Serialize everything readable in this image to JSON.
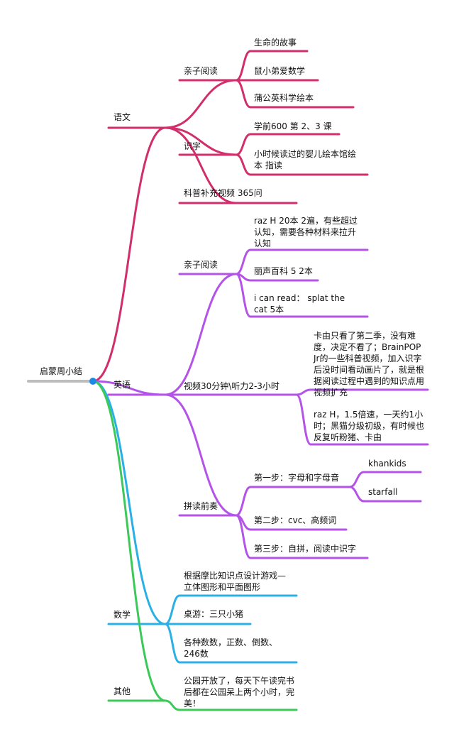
{
  "colors": {
    "root_line": "#bdbdbd",
    "root_dot": "#1e88e5",
    "yuwen": "#d12f6c",
    "yingyu": "#b453e8",
    "shuxue": "#2bb0e6",
    "qita": "#3cc95a"
  },
  "root": {
    "label": "启蒙周小结"
  },
  "yuwen": {
    "label": "语文",
    "qinzi": {
      "label": "亲子阅读",
      "items": [
        "生命的故事",
        "鼠小弟爱数学",
        "蒲公英科学绘本"
      ]
    },
    "shizi": {
      "label": "识字",
      "items": [
        "学前600 第 2、3 课",
        "小时候读过的婴儿绘本馆绘本 指读"
      ]
    },
    "kepu": {
      "label": "科普补充视频 365问"
    }
  },
  "yingyu": {
    "label": "英语",
    "qinzi": {
      "label": "亲子阅读",
      "items": [
        "raz H 20本 2遍，有些超过认知，需要各种材料来拉升认知",
        "丽声百科 5 2本",
        "i can read： splat the cat 5本"
      ]
    },
    "shipin": {
      "label": "视频30分钟\\听力2-3小时",
      "items": [
        "卡由只看了第二季，没有难度，决定不看了；BrainPOP Jr的一些科普视频，加入识字后没时间看动画片了，就是根据阅读过程中遇到的知识点用视频扩充",
        "raz H，1.5倍速，一天约1小时；黑猫分级初级，有时候也反复听粉猪、卡由"
      ]
    },
    "pindu": {
      "label": "拼读前奏",
      "step1": {
        "label": "第一步：字母和字母音",
        "items": [
          "khankids",
          "starfall"
        ]
      },
      "step2": {
        "label": "第二步：cvc、高频词"
      },
      "step3": {
        "label": "第三步：自拼，阅读中识字"
      }
    }
  },
  "shuxue": {
    "label": "数学",
    "items": [
      "根据摩比知识点设计游戏—立体图形和平面图形",
      "桌游：三只小猪",
      "各种数数，正数、倒数、246数"
    ]
  },
  "qita": {
    "label": "其他",
    "items": [
      "公园开放了，每天下午读完书后都在公园呆上两个小时，完美！"
    ]
  }
}
